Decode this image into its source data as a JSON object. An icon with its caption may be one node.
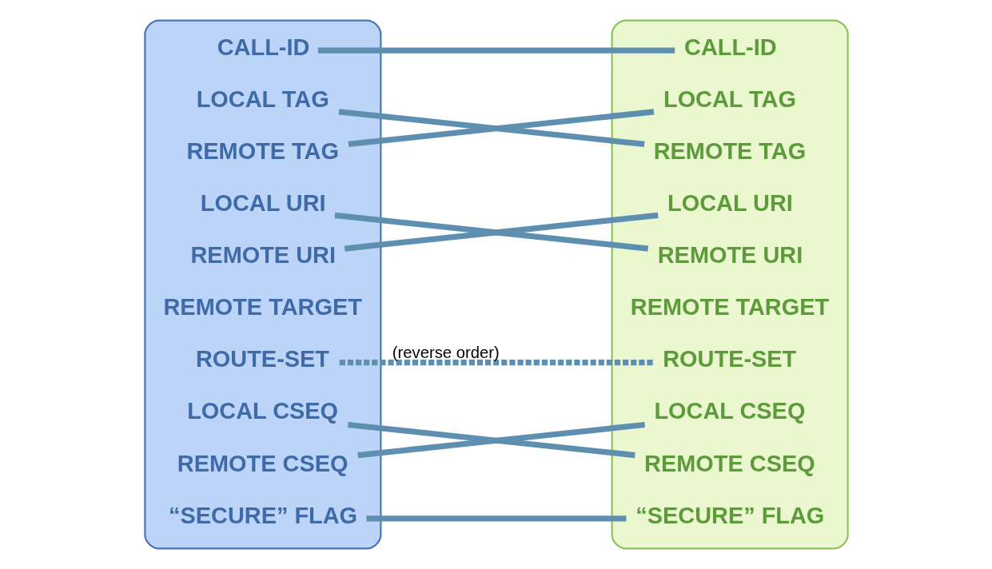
{
  "diagram": {
    "nodes": [
      {
        "text": [],
        "shape": "box"
      },
      {
        "text": [
          "CALL-ID"
        ],
        "in": 0
      },
      {
        "text": [
          "LOCAL TAG"
        ],
        "in": 0
      },
      {
        "text": [
          "REMOTE TAG"
        ],
        "in": 0
      },
      {
        "text": [
          "LOCAL URI"
        ],
        "in": 0
      },
      {
        "text": [
          "REMOTE URI"
        ],
        "in": 0
      },
      {
        "text": [
          "REMOTE TARGET"
        ],
        "in": 0
      },
      {
        "text": [
          "ROUTE-SET"
        ],
        "in": 0
      },
      {
        "text": [
          "LOCAL CSEQ"
        ],
        "in": 0
      },
      {
        "text": [
          "REMOTE CSEQ"
        ],
        "in": 0
      },
      {
        "text": [
          "“SECURE” FLAG"
        ],
        "in": 0
      },
      {
        "text": [],
        "shape": "box"
      },
      {
        "text": [
          "CALL-ID"
        ],
        "in": 11
      },
      {
        "text": [
          "LOCAL TAG"
        ],
        "in": 11
      },
      {
        "text": [
          "REMOTE TAG"
        ],
        "in": 11
      },
      {
        "text": [
          "LOCAL URI"
        ],
        "in": 11
      },
      {
        "text": [
          "REMOTE URI"
        ],
        "in": 11
      },
      {
        "text": [
          "REMOTE TARGET"
        ],
        "in": 11
      },
      {
        "text": [
          "ROUTE-SET"
        ],
        "in": 11
      },
      {
        "text": [
          "LOCAL CSEQ"
        ],
        "in": 11
      },
      {
        "text": [
          "REMOTE CSEQ"
        ],
        "in": 11
      },
      {
        "text": [
          "“SECURE” FLAG"
        ],
        "in": 11
      }
    ],
    "edges": [
      {
        "from": 1,
        "to": 12,
        "arrow": "none"
      },
      {
        "from": 2,
        "to": 14,
        "arrow": "none"
      },
      {
        "from": 3,
        "to": 13,
        "arrow": "none"
      },
      {
        "from": 4,
        "to": 16,
        "arrow": "none"
      },
      {
        "from": 5,
        "to": 15,
        "arrow": "none"
      },
      {
        "from": 7,
        "to": 18,
        "arrow": "none",
        "style": "dashed",
        "label": "(reverse order)"
      },
      {
        "from": 8,
        "to": 20,
        "arrow": "none"
      },
      {
        "from": 9,
        "to": 19,
        "arrow": "none"
      },
      {
        "from": 10,
        "to": 21,
        "arrow": "none"
      }
    ]
  }
}
